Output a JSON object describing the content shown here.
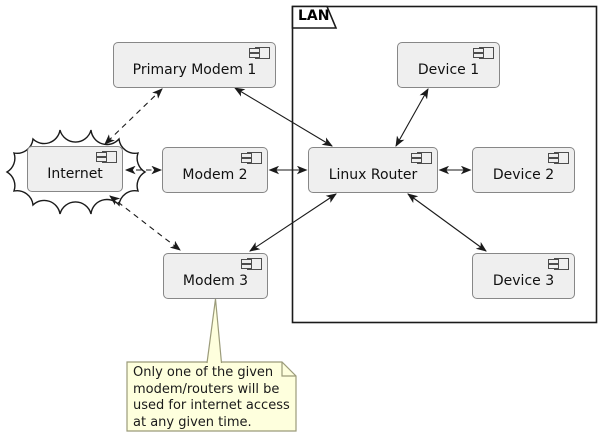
{
  "diagram": {
    "kind": "uml-component-diagram",
    "frame": {
      "title": "LAN"
    },
    "nodes": [
      {
        "id": "primary-modem-1",
        "label": "Primary Modem 1",
        "shape": "component",
        "inside_frame": false
      },
      {
        "id": "internet",
        "label": "Internet",
        "shape": "component-in-cloud",
        "inside_frame": false
      },
      {
        "id": "modem-2",
        "label": "Modem 2",
        "shape": "component",
        "inside_frame": false
      },
      {
        "id": "modem-3",
        "label": "Modem 3",
        "shape": "component",
        "inside_frame": false
      },
      {
        "id": "linux-router",
        "label": "Linux Router",
        "shape": "component",
        "inside_frame": true
      },
      {
        "id": "device-1",
        "label": "Device 1",
        "shape": "component",
        "inside_frame": true
      },
      {
        "id": "device-2",
        "label": "Device 2",
        "shape": "component",
        "inside_frame": true
      },
      {
        "id": "device-3",
        "label": "Device 3",
        "shape": "component",
        "inside_frame": true
      }
    ],
    "edges": [
      {
        "from": "Internet",
        "to": "Primary Modem 1",
        "line": "dashed",
        "arrows": "both"
      },
      {
        "from": "Internet",
        "to": "Modem 2",
        "line": "dashed",
        "arrows": "both"
      },
      {
        "from": "Internet",
        "to": "Modem 3",
        "line": "dashed",
        "arrows": "both"
      },
      {
        "from": "Primary Modem 1",
        "to": "Linux Router",
        "line": "solid",
        "arrows": "both"
      },
      {
        "from": "Modem 2",
        "to": "Linux Router",
        "line": "solid",
        "arrows": "both"
      },
      {
        "from": "Modem 3",
        "to": "Linux Router",
        "line": "solid",
        "arrows": "both"
      },
      {
        "from": "Linux Router",
        "to": "Device 1",
        "line": "solid",
        "arrows": "both"
      },
      {
        "from": "Linux Router",
        "to": "Device 2",
        "line": "solid",
        "arrows": "both"
      },
      {
        "from": "Linux Router",
        "to": "Device 3",
        "line": "solid",
        "arrows": "both"
      }
    ],
    "note": {
      "text": "Only one of the given\nmodem/routers will be\nused for internet access\nat any given time.",
      "attached_to": "Modem 3"
    },
    "colors": {
      "background": "#ffffff",
      "node_fill": "#efefef",
      "node_border": "#878787",
      "line": "#1a1a1a",
      "note_fill": "#feffdd",
      "note_border": "#9b9b7a"
    }
  }
}
